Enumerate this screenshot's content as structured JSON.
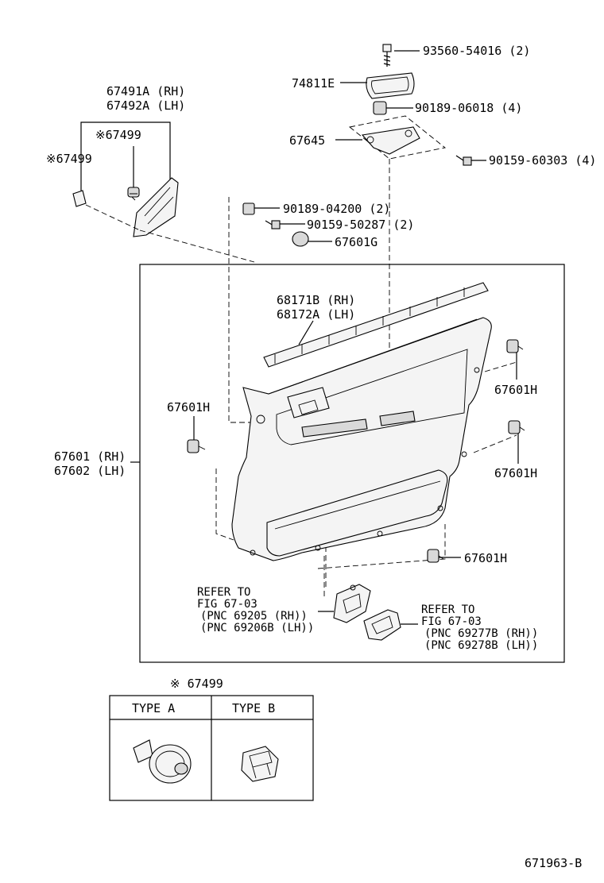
{
  "labels": {
    "screw_93560": "93560-54016 (2)",
    "handle_74811": "74811E",
    "clip_90189_06018": "90189-06018 (4)",
    "bracket_67645": "67645",
    "screw_90159_60303": "90159-60303 (4)",
    "cover_rh": "67491A (RH)",
    "cover_lh": "67492A (LH)",
    "clip_67499_a": "※67499",
    "clip_67499_b": "※67499",
    "clip_90189_04200": "90189-04200 (2)",
    "screw_90159_50287": "90159-50287 (2)",
    "clip_67601g": "67601G",
    "weatherstrip_rh": "68171B (RH)",
    "weatherstrip_lh": "68172A (LH)",
    "clip_67601h_left": "67601H",
    "clip_67601h_right_top": "67601H",
    "clip_67601h_right_mid": "67601H",
    "clip_67601h_bottom": "67601H",
    "panel_rh": "67601 (RH)",
    "panel_lh": "67602 (LH)",
    "refer1_line1": "REFER TO",
    "refer1_line2": "FIG 67-03",
    "refer1_line3": "(PNC 69205 (RH))",
    "refer1_line4": "(PNC 69206B (LH))",
    "refer2_line1": "REFER TO",
    "refer2_line2": "FIG 67-03",
    "refer2_line3": "(PNC 69277B (RH))",
    "refer2_line4": "(PNC 69278B (LH))"
  },
  "legend": {
    "title": "※ 67499",
    "type_a": "TYPE A",
    "type_b": "TYPE B"
  },
  "figure_id": "671963-B"
}
